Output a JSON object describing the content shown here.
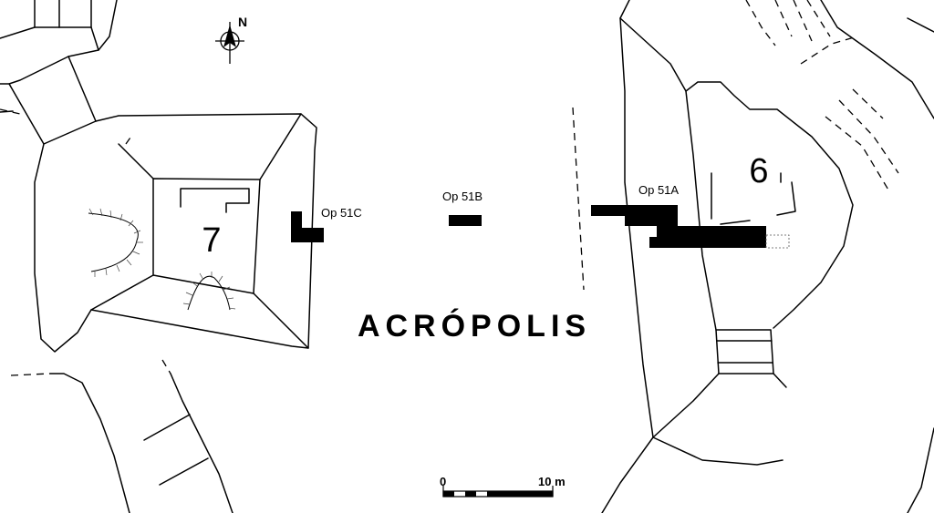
{
  "map": {
    "site_name": "ACRÓPOLIS",
    "structures": [
      {
        "id": "structure-7",
        "label": "7"
      },
      {
        "id": "structure-6",
        "label": "6"
      }
    ],
    "operations": [
      {
        "id": "op-51a",
        "label": "Op 51A"
      },
      {
        "id": "op-51b",
        "label": "Op 51B"
      },
      {
        "id": "op-51c",
        "label": "Op 51C"
      }
    ],
    "north_arrow": {
      "label": "N",
      "icon": "north-arrow-icon"
    },
    "scale_bar": {
      "start_label": "0",
      "end_label": "10 m"
    }
  }
}
